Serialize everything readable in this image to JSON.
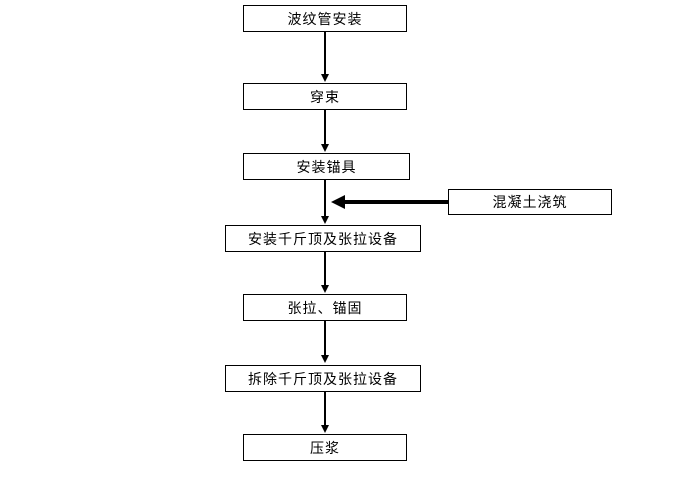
{
  "diagram": {
    "type": "flowchart",
    "steps": [
      {
        "label": "波纹管安装"
      },
      {
        "label": "穿束"
      },
      {
        "label": "安装锚具"
      },
      {
        "label": "安装千斤顶及张拉设备"
      },
      {
        "label": "张拉、锚固"
      },
      {
        "label": "拆除千斤顶及张拉设备"
      },
      {
        "label": "压浆"
      }
    ],
    "side_node": {
      "label": "混凝土浇筑"
    },
    "connections": [
      "波纹管安装 -> 穿束",
      "穿束 -> 安装锚具",
      "安装锚具 -> 安装千斤顶及张拉设备",
      "混凝土浇筑 -> (between 安装锚具 and 安装千斤顶及张拉设备)",
      "安装千斤顶及张拉设备 -> 张拉、锚固",
      "张拉、锚固 -> 拆除千斤顶及张拉设备",
      "拆除千斤顶及张拉设备 -> 压浆"
    ]
  },
  "colors": {
    "background": "#ffffff",
    "box_border": "#000000",
    "text": "#000000",
    "arrow": "#000000"
  }
}
